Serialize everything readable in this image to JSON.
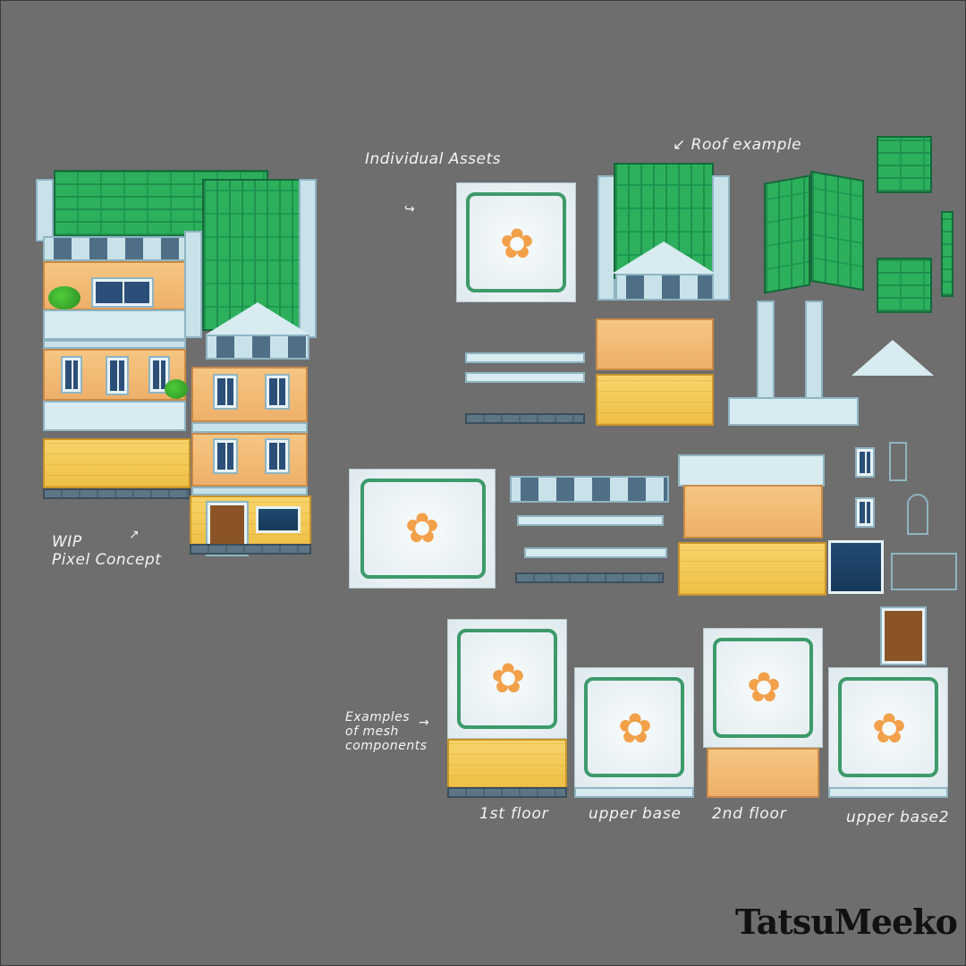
{
  "notes": {
    "individual": "Individual\nAssets",
    "roof": "Roof example",
    "wip": "WIP\nPixel Concept",
    "examples": "Examples\nof mesh\ncomponents"
  },
  "captions": {
    "first_floor": "1st floor",
    "upper_base": "upper base",
    "second_floor": "2nd floor",
    "upper_base2": "upper base2"
  },
  "brand": {
    "logo": "TatsuMeeko"
  },
  "icons": {
    "flower": "flower-icon",
    "arrow": "arrow-icon"
  },
  "colors": {
    "background": "#6e6e6e",
    "roof_green": "#2cb05c",
    "stone": "#c9e2ea",
    "peach": "#f6c682",
    "yellow": "#f7d46a",
    "frame_green": "#3d9a6a"
  }
}
